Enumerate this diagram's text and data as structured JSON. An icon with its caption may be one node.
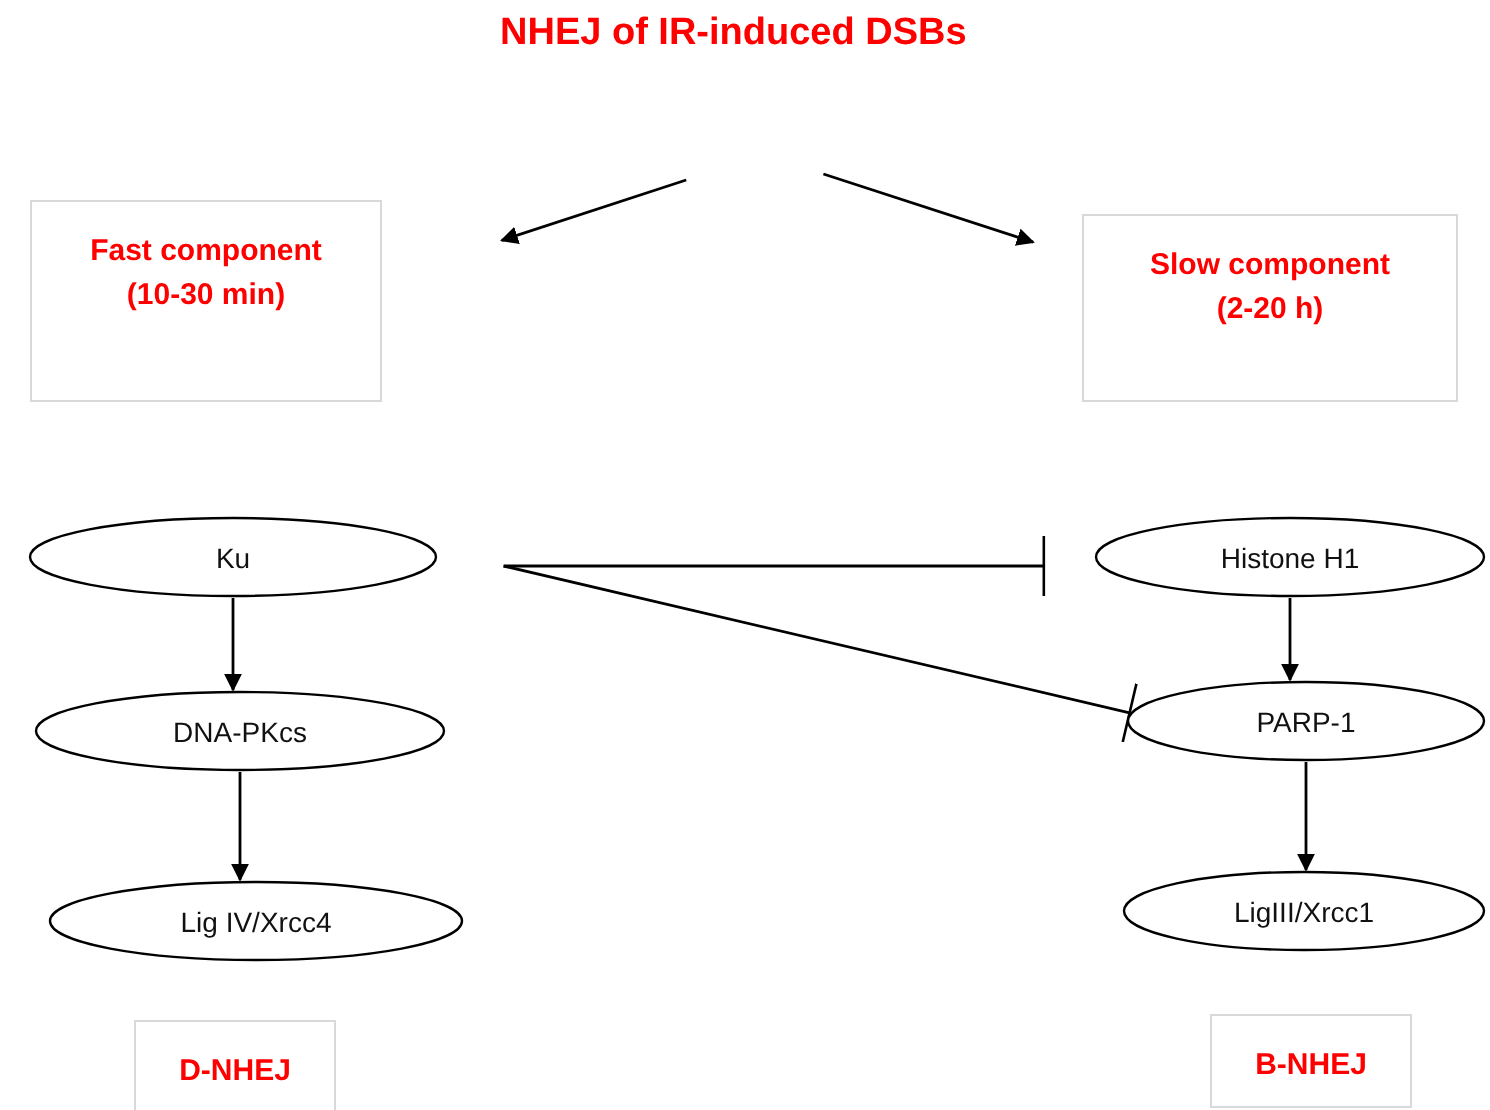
{
  "diagram": {
    "nodes": [
      {
        "text": [
          "NHEJ of IR-induced DSBs"
        ]
      },
      {
        "text": [
          "Fast component (10-30 min)"
        ]
      },
      {
        "text": [
          "Slow component (2-20 h)"
        ]
      },
      {
        "text": [
          "Ku"
        ]
      },
      {
        "text": [
          "DNA-PKcs"
        ]
      },
      {
        "text": [
          "Lig IV/Xrcc4"
        ]
      },
      {
        "text": [
          "Histone H1"
        ]
      },
      {
        "text": [
          "PARP-1"
        ]
      },
      {
        "text": [
          "LigIII/Xrcc1"
        ]
      },
      {
        "text": [
          "D-NHEJ"
        ]
      },
      {
        "text": [
          "B-NHEJ"
        ]
      }
    ],
    "edges": [
      {
        "from": 0,
        "to": 1,
        "arrow": "to"
      },
      {
        "from": 0,
        "to": 2,
        "arrow": "to"
      },
      {
        "from": 3,
        "to": 4,
        "arrow": "to"
      },
      {
        "from": 4,
        "to": 5,
        "arrow": "to"
      },
      {
        "from": 6,
        "to": 7,
        "arrow": "to"
      },
      {
        "from": 7,
        "to": 8,
        "arrow": "to"
      },
      {
        "from": 3,
        "to": 6,
        "arrow": "other"
      },
      {
        "from": 3,
        "to": 7,
        "arrow": "other"
      }
    ]
  }
}
